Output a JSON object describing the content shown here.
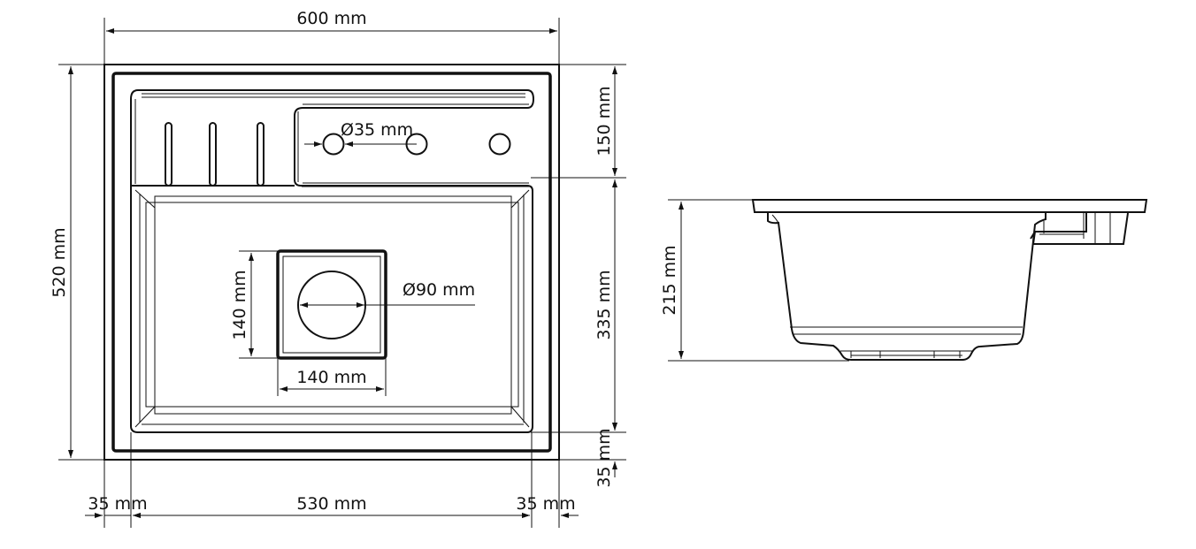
{
  "dimensions": {
    "total_width": "600 mm",
    "total_depth": "520 mm",
    "drainboard_depth": "150 mm",
    "bowl_depth": "335 mm",
    "rim_front": "35 mm",
    "rim_left": "35 mm",
    "bowl_width": "530 mm",
    "rim_right": "35 mm",
    "tap_hole_diameter": "Ø35 mm",
    "drain_diameter": "Ø90 mm",
    "drain_height": "140 mm",
    "drain_width": "140 mm",
    "bowl_height": "215 mm"
  }
}
